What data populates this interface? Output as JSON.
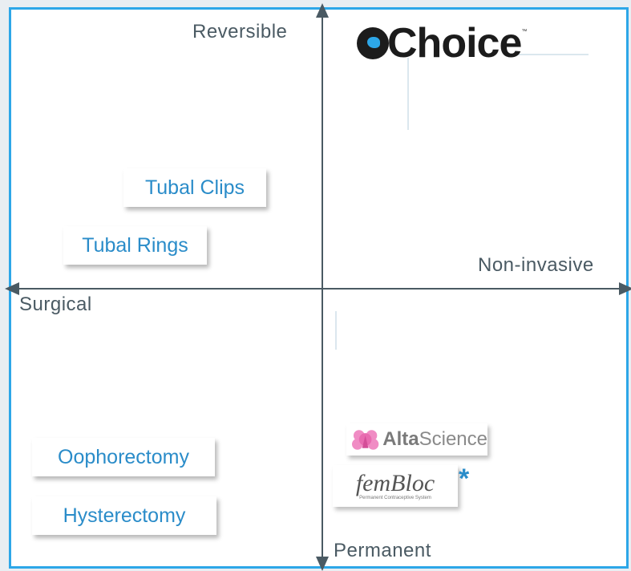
{
  "axes": {
    "top": "Reversible",
    "bottom": "Permanent",
    "left": "Surgical",
    "right": "Non-invasive"
  },
  "logo": {
    "text": "Choice",
    "trademark": "™"
  },
  "boxes": {
    "tubal_clips": "Tubal Clips",
    "tubal_rings": "Tubal Rings",
    "oophorectomy": "Oophorectomy",
    "hysterectomy": "Hysterectomy"
  },
  "brands": {
    "alta_prefix": "Alta",
    "alta_suffix": "Science",
    "fembloc": "femBloc",
    "fembloc_tagline": "Permanent Contraceptive System",
    "asterisk": "*"
  },
  "colors": {
    "frame": "#2da7e8",
    "axis": "#4a5a63",
    "box_text": "#2a8cc9"
  }
}
